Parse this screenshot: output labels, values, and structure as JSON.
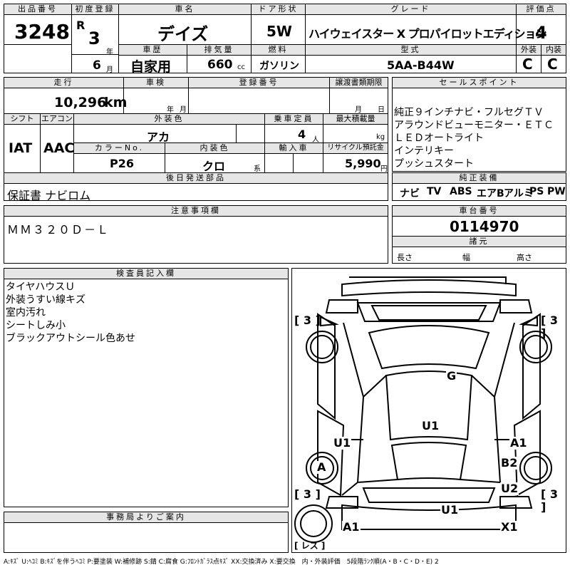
{
  "header": {
    "lot_label": "出品番号",
    "lot_no": "3248",
    "first_reg_label": "初度登録",
    "era": "R",
    "reg_year": "3",
    "year_unit": "年",
    "reg_month": "6",
    "month_unit": "月",
    "car_name_label": "車名",
    "car_name": "デイズ",
    "doors_label": "ドア形状",
    "doors": "5W",
    "grade_label": "グレード",
    "grade": "ハイウェイスター X プロパイロットエディション",
    "score_label": "評価点",
    "score": "4",
    "history_label": "車歴",
    "history": "自家用",
    "displacement_label": "排気量",
    "displacement": "660",
    "displacement_unit": "cc",
    "fuel_label": "燃料",
    "fuel": "ガソリン",
    "model_label": "型式",
    "model": "5AA-B44W",
    "ext_label": "外装",
    "ext_grade": "C",
    "int_label": "内装",
    "int_grade": "C"
  },
  "row2": {
    "mileage_label": "走行",
    "mileage": "10,296",
    "mileage_unit": "km",
    "inspection_label": "車検",
    "insp_year_unit": "年",
    "insp_month_unit": "月",
    "regno_label": "登録番号",
    "transfer_label": "譲渡書類期限",
    "transfer_month_unit": "月",
    "transfer_day_unit": "日",
    "shift_label": "シフト",
    "shift": "IAT",
    "ac_label": "エアコン",
    "ac": "AAC",
    "color_label": "外装色",
    "color": "アカ",
    "capacity_label": "乗車定員",
    "capacity": "4",
    "capacity_unit": "人",
    "load_label": "最大積載量",
    "load_unit": "kg",
    "color_no_label": "カラーNo.",
    "color_no": "P26",
    "interior_color_label": "内装色",
    "interior_color": "クロ",
    "interior_color_unit": "系",
    "import_label": "輸入車",
    "recycle_label": "リサイクル預託金",
    "recycle": "5,990",
    "recycle_unit": "円",
    "later_parts_label": "後日発送部品",
    "later_parts": "保証書 ナビロム"
  },
  "sales": {
    "label": "セールスポイント",
    "lines": [
      "純正９インチナビ・フルセグＴＶ",
      "アラウンドビューモニター・ＥＴＣ",
      "ＬＥＤオートライト",
      "インテリキー",
      "プッシュスタート"
    ]
  },
  "equipment": {
    "label": "純正装備",
    "items": [
      "ナビ",
      "TV",
      "ABS",
      "エアB",
      "アルミ",
      "PS",
      "PW"
    ]
  },
  "notes": {
    "label": "注意事項欄",
    "text": "ＭＭ３２０Ｄ－Ｌ"
  },
  "chassis": {
    "label": "車台番号",
    "number": "0114970",
    "dims_label": "諸元",
    "length_label": "長さ",
    "width_label": "幅",
    "height_label": "高さ"
  },
  "inspector": {
    "label": "検査員記入欄",
    "lines": [
      "タイヤハウスＵ",
      "外装うすい線キズ",
      "室内汚れ",
      "シートしみ小",
      "ブラックアウトシール色あせ"
    ]
  },
  "diagram": {
    "tire_tl": "[ 3 ]",
    "tire_tr": "[ 3 ]",
    "tire_bl": "[ 3 ]",
    "tire_br": "[ 3 ]",
    "spare": "[ レス ]",
    "marks": {
      "g": "G",
      "u1_roof": "U1",
      "u1_left": "U1",
      "a1_right": "A1",
      "a_left": "A",
      "b2_right": "B2",
      "u2_right": "U2",
      "u1_rear": "U1",
      "a1_rear": "A1",
      "x1_rear": "X1"
    }
  },
  "office": {
    "label": "事務局よりご案内"
  },
  "legend": "A:ｷｽﾞ U:ﾍｺﾐ B:ｷｽﾞを伴うﾍｺﾐ P:要塗装 W:補修跡 S:錆 C:腐食 G:ﾌﾛﾝﾄｶﾞﾗｽ点ｷｽﾞ XX:交換済み X:要交換　内・外装評価　5段階ﾗﾝｸ順(A・B・C・D・E) 2"
}
